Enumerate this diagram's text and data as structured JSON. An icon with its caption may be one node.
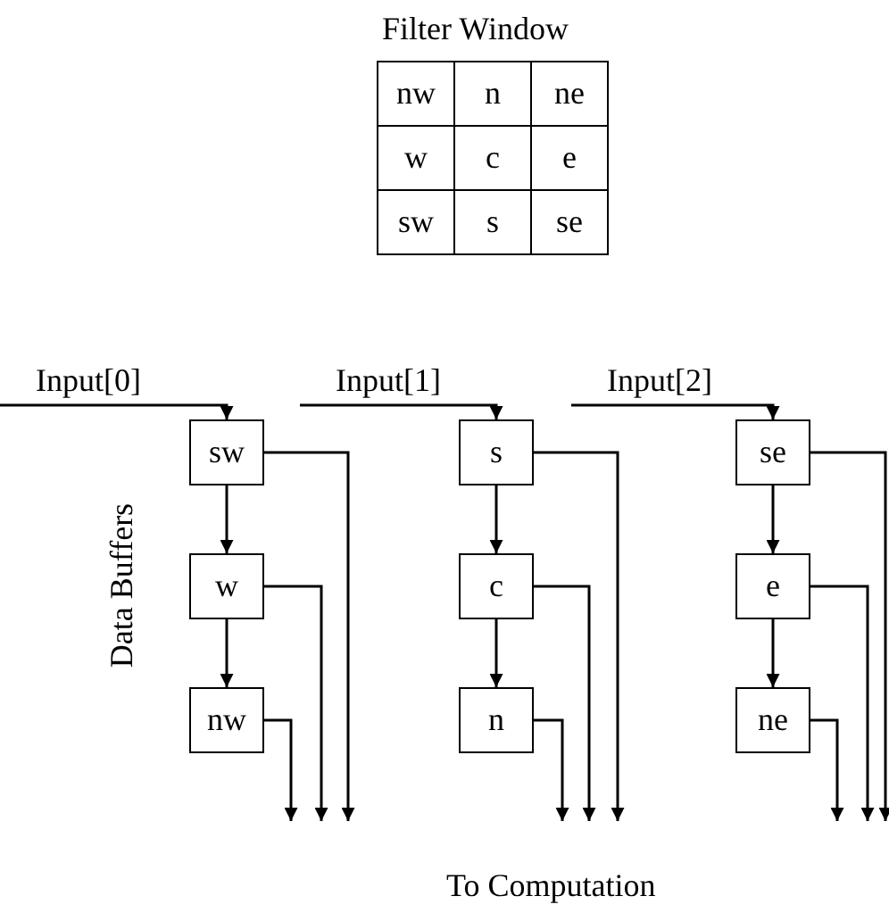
{
  "diagram": {
    "title": "Filter Window",
    "nodes": [
      {
        "text": [
          "sw"
        ]
      },
      {
        "text": [
          "w"
        ]
      },
      {
        "text": [
          "nw"
        ]
      },
      {
        "text": [
          "s"
        ]
      },
      {
        "text": [
          "c"
        ]
      },
      {
        "text": [
          "n"
        ]
      },
      {
        "text": [
          "se"
        ]
      },
      {
        "text": [
          "e"
        ]
      },
      {
        "text": [
          "ne"
        ]
      }
    ],
    "edges": [
      {
        "from": null,
        "to": 0,
        "arrow": "to",
        "label": "Input[0]"
      },
      {
        "from": 0,
        "to": 1,
        "arrow": "to"
      },
      {
        "from": 1,
        "to": 2,
        "arrow": "to"
      },
      {
        "from": null,
        "to": 3,
        "arrow": "to",
        "label": "Input[1]"
      },
      {
        "from": 3,
        "to": 4,
        "arrow": "to"
      },
      {
        "from": 4,
        "to": 5,
        "arrow": "to"
      },
      {
        "from": null,
        "to": 6,
        "arrow": "to",
        "label": "Input[2]"
      },
      {
        "from": 6,
        "to": 7,
        "arrow": "to"
      },
      {
        "from": 7,
        "to": 8,
        "arrow": "to"
      },
      {
        "from": 0,
        "to": null,
        "arrow": "to"
      },
      {
        "from": 1,
        "to": null,
        "arrow": "to"
      },
      {
        "from": 2,
        "to": null,
        "arrow": "to"
      },
      {
        "from": 3,
        "to": null,
        "arrow": "to"
      },
      {
        "from": 4,
        "to": null,
        "arrow": "to"
      },
      {
        "from": 5,
        "to": null,
        "arrow": "to"
      },
      {
        "from": 6,
        "to": null,
        "arrow": "to"
      },
      {
        "from": 7,
        "to": null,
        "arrow": "to"
      },
      {
        "from": 8,
        "to": null,
        "arrow": "to"
      }
    ],
    "labels": [
      "nw",
      "n",
      "ne",
      "w",
      "c",
      "e",
      "sw",
      "s",
      "se",
      "Data Buffers",
      "To Computation"
    ]
  }
}
